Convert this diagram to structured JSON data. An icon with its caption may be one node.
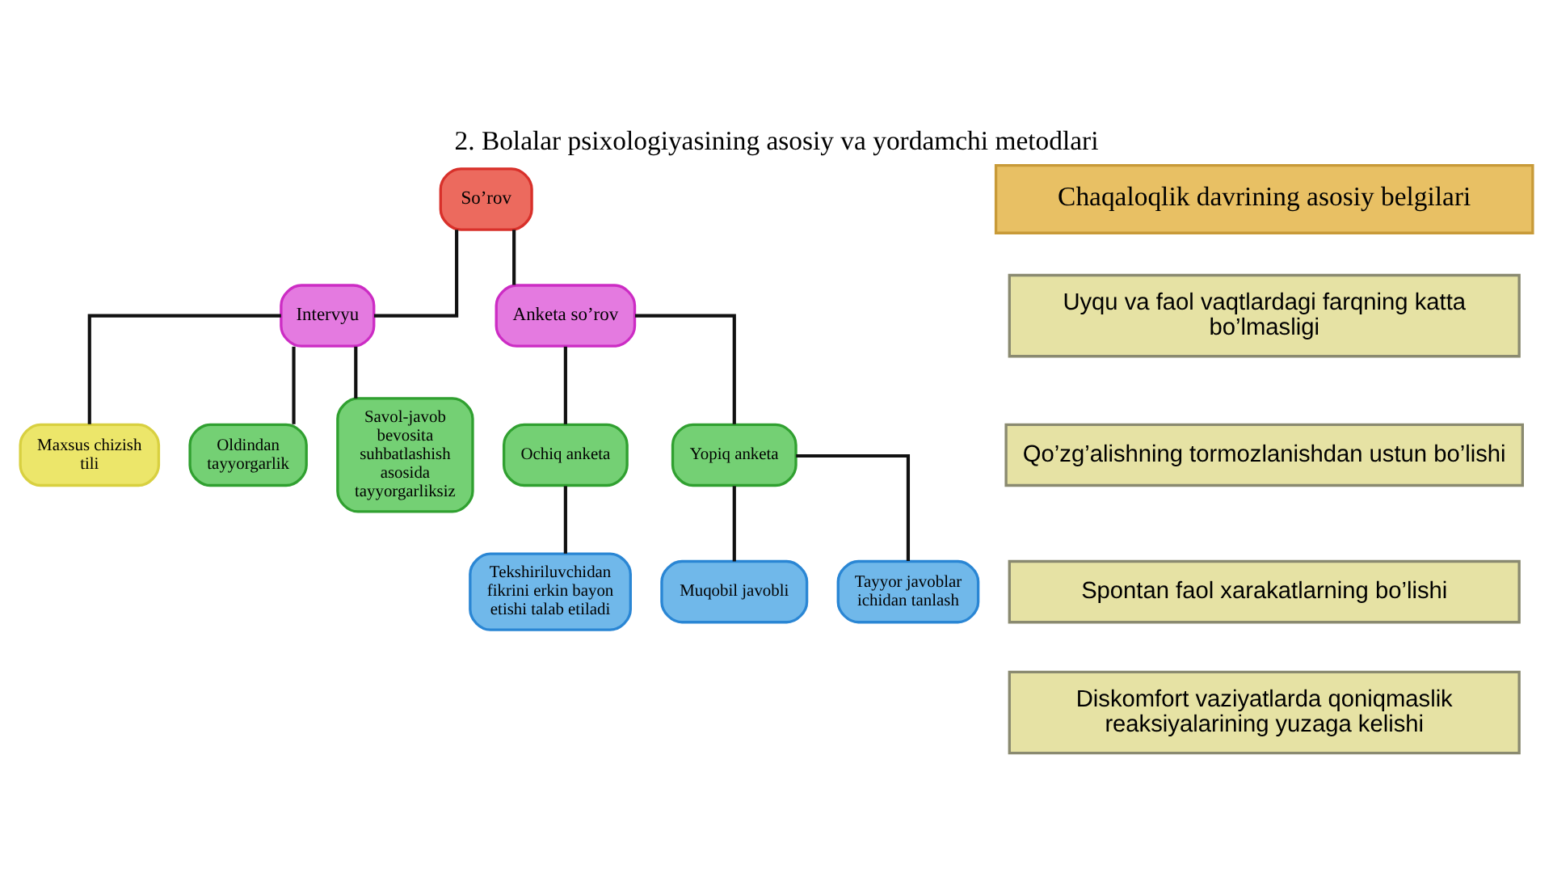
{
  "diagram": {
    "title": "2. Bolalar psixologiyasining asosiy va yordamchi metodlari",
    "nodes": [
      {
        "text": [
          "So’rov"
        ]
      },
      {
        "text": [
          "Intervyu"
        ]
      },
      {
        "text": [
          "Anketa so’rov"
        ]
      },
      {
        "text": [
          "Maxsus chizish tili"
        ]
      },
      {
        "text": [
          "Oldindan tayyorgarlik"
        ]
      },
      {
        "text": [
          "Savol-javob bevosita suhbatlashish asosida tayyorgarliksiz"
        ]
      },
      {
        "text": [
          "Ochiq anketa"
        ]
      },
      {
        "text": [
          "Yopiq anketa"
        ]
      },
      {
        "text": [
          "Tekshiriluvchidan fikrini erkin bayon etishi talab etiladi"
        ]
      },
      {
        "text": [
          "Muqobil javobli"
        ]
      },
      {
        "text": [
          "Tayyor javoblar ichidan tanlash"
        ]
      },
      {
        "text": [
          "Chaqaloqlik davrining asosiy belgilari"
        ]
      },
      {
        "text": [
          "Uyqu va faol vaqtlardagi farqning katta bo’lmasligi"
        ]
      },
      {
        "text": [
          "Qo’zg’alishning tormozlanishdan ustun bo’lishi"
        ]
      },
      {
        "text": [
          "Spontan faol xarakatlarning bo’lishi"
        ]
      },
      {
        "text": [
          "Diskomfort vaziyatlarda qoniqmaslik reaksiyalarining yuzaga kelishi"
        ]
      }
    ],
    "edges": [
      {
        "from": 0,
        "to": 1,
        "arrow": "none"
      },
      {
        "from": 0,
        "to": 2,
        "arrow": "none"
      },
      {
        "from": 1,
        "to": 3,
        "arrow": "none"
      },
      {
        "from": 1,
        "to": 4,
        "arrow": "none"
      },
      {
        "from": 1,
        "to": 5,
        "arrow": "none"
      },
      {
        "from": 2,
        "to": 6,
        "arrow": "none"
      },
      {
        "from": 2,
        "to": 7,
        "arrow": "none"
      },
      {
        "from": 6,
        "to": 8,
        "arrow": "none"
      },
      {
        "from": 7,
        "to": 9,
        "arrow": "none"
      },
      {
        "from": 7,
        "to": 10,
        "arrow": "none"
      }
    ]
  }
}
